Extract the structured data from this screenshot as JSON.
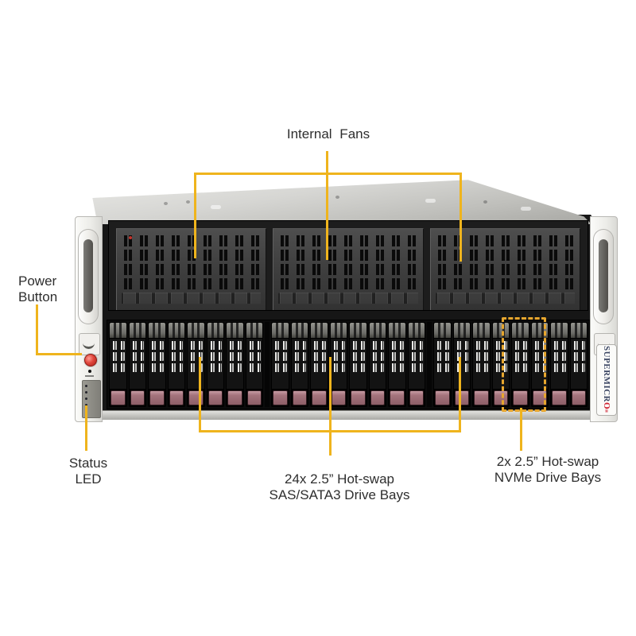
{
  "annotations": {
    "internal_fans": {
      "label": "Internal Fans"
    },
    "power_button": {
      "line1": "Power",
      "line2": "Button"
    },
    "status_led": {
      "line1": "Status",
      "line2": "LED"
    },
    "sas_bays": {
      "line1": "24x 2.5” Hot-swap",
      "line2": "SAS/SATA3 Drive Bays"
    },
    "nvme_bays": {
      "line1": "2x 2.5” Hot-swap",
      "line2": "NVMe Drive Bays"
    }
  },
  "chassis": {
    "brand_badge": {
      "text": "SUPERMICR",
      "logo_o": "O",
      "registered_mark": "®"
    }
  },
  "hardware": {
    "fan_panels": 3,
    "vent_rows_per_panel": 4,
    "drive_groups": [
      8,
      8,
      8
    ],
    "total_drive_bays": 24,
    "nvme_highlighted_bays": 2,
    "status_led_count": 5
  },
  "colors": {
    "annotation_line": "#EFB41D",
    "nvme_dashed_box": "#E7A62E",
    "label_text": "#2E2E2E",
    "drive_latch": "#9A6B74",
    "power_button_red": "#D0342B",
    "brand_text": "#3B4663",
    "brand_logo_red": "#CE2030"
  }
}
